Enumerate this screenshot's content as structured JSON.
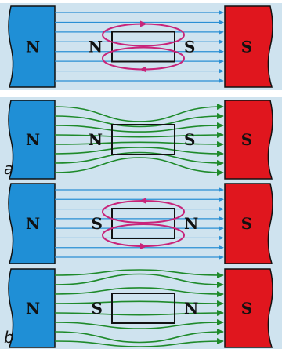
{
  "colors": {
    "panel_bg": "#cfe3ef",
    "north_pole": "#1f8fd6",
    "south_pole": "#e0161e",
    "field_lines_plain": "#2a8fd4",
    "field_lines_combined": "#1e8a2a",
    "magnet_loops": "#c8247a",
    "outline": "#111111"
  },
  "panels": [
    {
      "id": "a-top",
      "left_pole": "N",
      "right_pole": "S",
      "magnet_left": "N",
      "magnet_right": "S",
      "field": "uniform",
      "loops_direction": "clockwise-top"
    },
    {
      "id": "a-bottom",
      "left_pole": "N",
      "right_pole": "S",
      "magnet_left": "N",
      "magnet_right": "S",
      "field": "converge",
      "caption": "a"
    },
    {
      "id": "b-top",
      "left_pole": "N",
      "right_pole": "S",
      "magnet_left": "S",
      "magnet_right": "N",
      "field": "uniform",
      "loops_direction": "counter-top"
    },
    {
      "id": "b-bottom",
      "left_pole": "N",
      "right_pole": "S",
      "magnet_left": "S",
      "magnet_right": "N",
      "field": "diverge",
      "caption": "b"
    }
  ]
}
